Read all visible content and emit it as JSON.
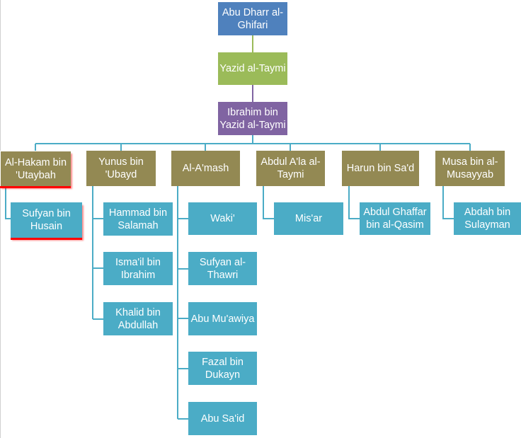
{
  "diagram": {
    "title": "",
    "colors": {
      "blue": "#4f81bd",
      "green": "#9bbb59",
      "purple": "#8064a2",
      "olive": "#938953",
      "cyan": "#4bacc6",
      "highlight": "#ff0000"
    },
    "nodes": {
      "root": "Abu Dharr al-Ghifari",
      "level2": "Yazid al-Taymi",
      "level3": "Ibrahim bin Yazid al-Taymi",
      "hakam": "Al-Hakam bin 'Utaybah",
      "yunus": "Yunus bin 'Ubayd",
      "amash": "Al-A'mash",
      "abdulala": "Abdul A'la al-Taymi",
      "harun": "Harun bin Sa'd",
      "musa": "Musa bin al-Musayyab",
      "sufyan_husain": "Sufyan bin Husain",
      "hammad": "Hammad bin Salamah",
      "ismail": "Isma'il bin Ibrahim",
      "khalid": "Khalid bin Abdullah",
      "waki": "Waki'",
      "thawri": "Sufyan al-Thawri",
      "muawiya": "Abu Mu'awiya",
      "fazal": "Fazal bin Dukayn",
      "abusaid": "Abu Sa'id",
      "misar": "Mis'ar",
      "abdulghaffar": "Abdul Ghaffar bin al-Qasim",
      "abdah": "Abdah bin Sulayman"
    },
    "highlighted": [
      "Al-Hakam bin 'Utaybah",
      "Sufyan bin Husain"
    ]
  }
}
